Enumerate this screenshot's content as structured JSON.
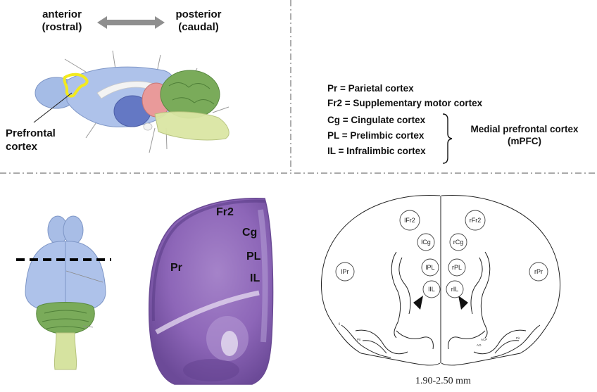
{
  "orientation": {
    "anterior": "anterior",
    "anterior_sub": "(rostral)",
    "posterior": "posterior",
    "posterior_sub": "(caudal)"
  },
  "sagittal": {
    "pfc_label_line1": "Prefrontal",
    "pfc_label_line2": "cortex"
  },
  "legend": {
    "items": [
      "Pr = Parietal cortex",
      "Fr2 = Supplementary motor cortex",
      "Cg = Cingulate cortex",
      "PL = Prelimbic cortex",
      "IL = Infralimbic cortex"
    ],
    "group_label_line1": "Medial prefrontal cortex",
    "group_label_line2": "(mPFC)"
  },
  "nissl": {
    "labels": [
      "Fr2",
      "Cg",
      "PL",
      "IL",
      "Pr"
    ]
  },
  "atlas": {
    "regions": [
      "lFr2",
      "rFr2",
      "lCg",
      "rCg",
      "lPL",
      "rPL",
      "lIL",
      "rIL",
      "lPr",
      "rPr"
    ],
    "small_labels": [
      "ACP",
      "AO",
      "fi",
      "Pir",
      "Pir"
    ],
    "caption": "1.90-2.50 mm"
  },
  "colors": {
    "pfc_highlight": "#f2ea1e",
    "cortex_blue": "#a9bfe6",
    "cerebellum_green": "#7aab5a",
    "nissl_purple": "#8a64b4",
    "arrow_gray": "#8f8f8f"
  }
}
